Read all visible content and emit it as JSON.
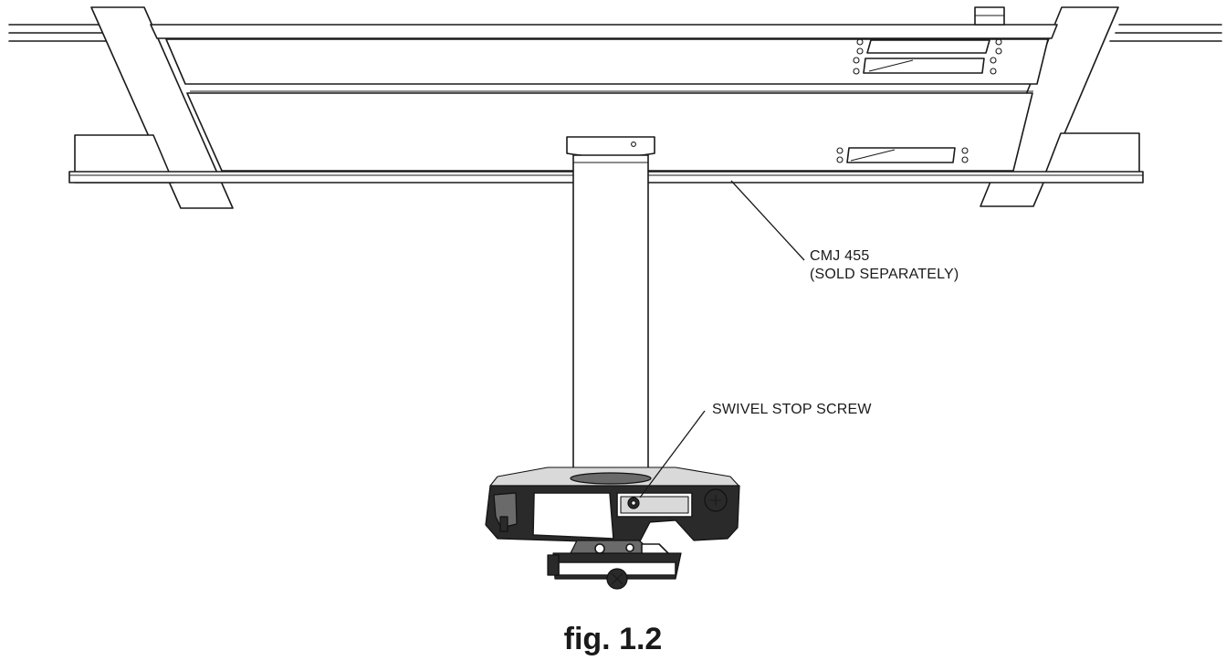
{
  "labels": {
    "cmj_line1": "CMJ 455",
    "cmj_line2": "(SOLD SEPARATELY)",
    "swivel_stop_screw": "SWIVEL STOP SCREW"
  },
  "caption": "fig. 1.2",
  "colors": {
    "line": "#1a1a1a",
    "background": "#ffffff"
  }
}
